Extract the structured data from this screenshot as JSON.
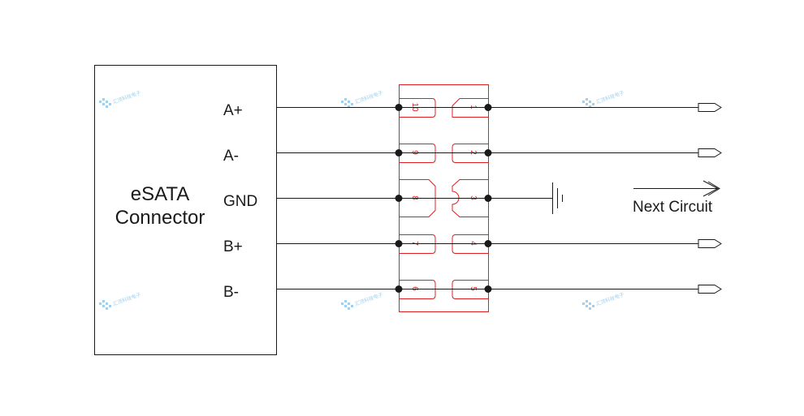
{
  "connector": {
    "line1": "eSATA",
    "line2": "Connector",
    "pins": [
      "A+",
      "A-",
      "GND",
      "B+",
      "B-"
    ]
  },
  "esd_array": {
    "left_pins": [
      "10",
      "9",
      "8",
      "7",
      "6"
    ],
    "right_pins": [
      "1",
      "2",
      "3",
      "4",
      "5"
    ]
  },
  "next_circuit_label": "Next Circuit",
  "watermark_text": "汇顶科技电子",
  "colors": {
    "wire": "#1a1a1a",
    "component": "#e02020",
    "watermark": "#9fd0ee"
  }
}
